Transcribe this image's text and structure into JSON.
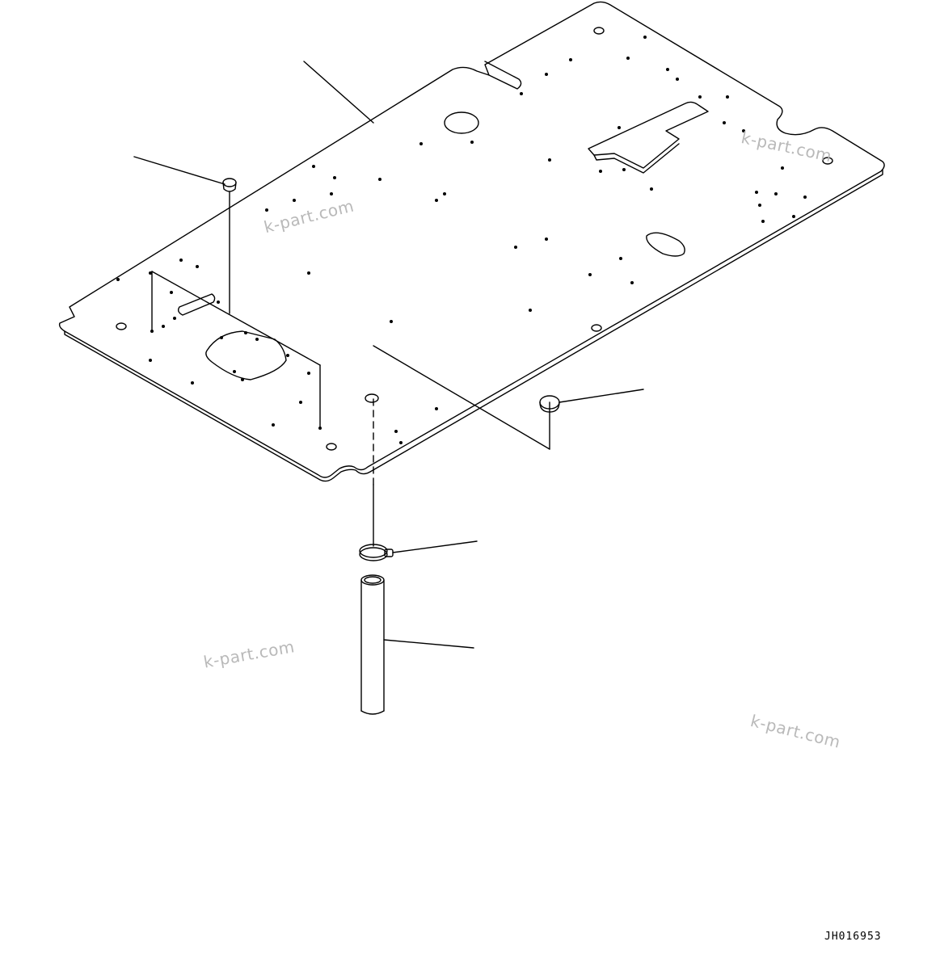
{
  "watermarks": [
    "k-part.com",
    "k-part.com",
    "k-part.com",
    "k-part.com"
  ],
  "drawing_code": "JH016953",
  "icons": {
    "floor_plate": "floor-plate-panel",
    "grommet_top": "grommet-plug",
    "cap": "rubber-cap",
    "clamp": "hose-clamp",
    "hose": "drain-hose"
  }
}
